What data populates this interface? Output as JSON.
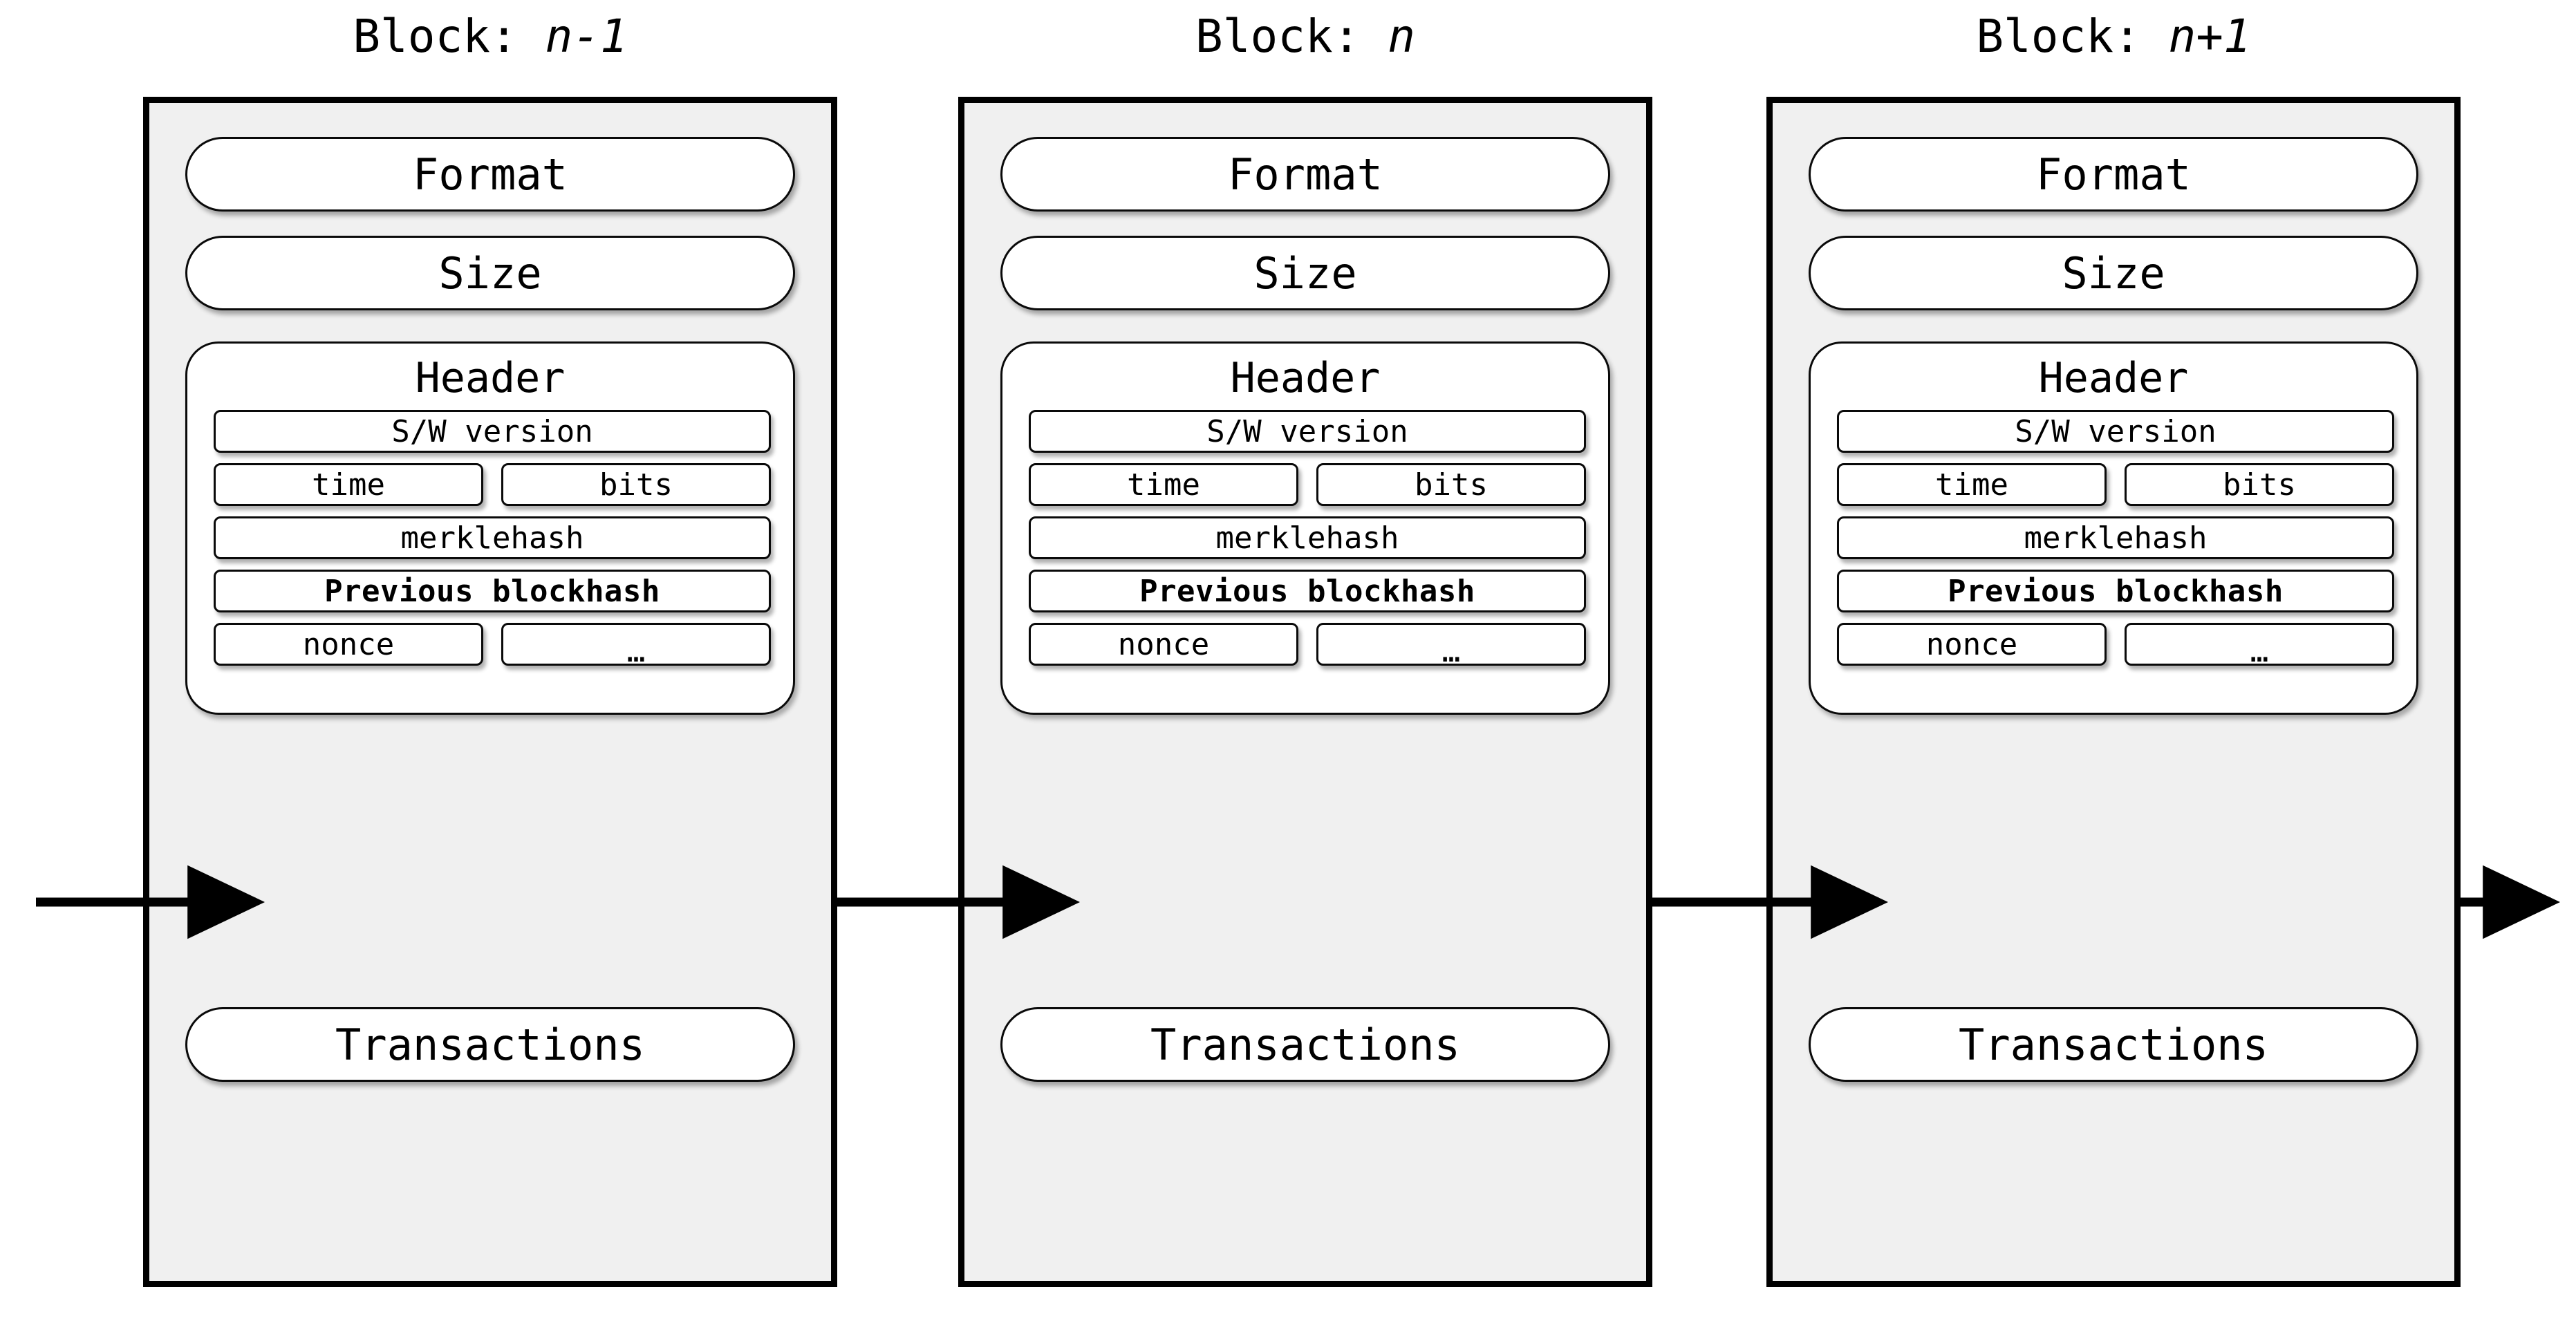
{
  "diagram": {
    "title": "Blockchain block structure chain",
    "background_color": "#ffffff",
    "block_fill_color": "#f0f0f0",
    "box_fill_color": "#ffffff",
    "line_color": "#000000"
  },
  "blocks": [
    {
      "title_prefix": "Block: ",
      "title_var": "n-1",
      "format_label": "Format",
      "size_label": "Size",
      "header_label": "Header",
      "transactions_label": "Transactions",
      "header_fields": {
        "sw_version": "S/W version",
        "time": "time",
        "bits": "bits",
        "merklehash": "merklehash",
        "previous_blockhash": "Previous blockhash",
        "nonce": "nonce",
        "more": "…"
      }
    },
    {
      "title_prefix": "Block: ",
      "title_var": "n",
      "format_label": "Format",
      "size_label": "Size",
      "header_label": "Header",
      "transactions_label": "Transactions",
      "header_fields": {
        "sw_version": "S/W version",
        "time": "time",
        "bits": "bits",
        "merklehash": "merklehash",
        "previous_blockhash": "Previous blockhash",
        "nonce": "nonce",
        "more": "…"
      }
    },
    {
      "title_prefix": "Block: ",
      "title_var": "n+1",
      "format_label": "Format",
      "size_label": "Size",
      "header_label": "Header",
      "transactions_label": "Transactions",
      "header_fields": {
        "sw_version": "S/W version",
        "time": "time",
        "bits": "bits",
        "merklehash": "merklehash",
        "previous_blockhash": "Previous blockhash",
        "nonce": "nonce",
        "more": "…"
      }
    }
  ],
  "connectors": [
    {
      "name": "chain-arrow-into-block-n-minus-1"
    },
    {
      "name": "chain-arrow-block-n-minus-1-to-n"
    },
    {
      "name": "chain-arrow-block-n-to-n-plus-1"
    },
    {
      "name": "chain-arrow-out-of-block-n-plus-1"
    }
  ]
}
